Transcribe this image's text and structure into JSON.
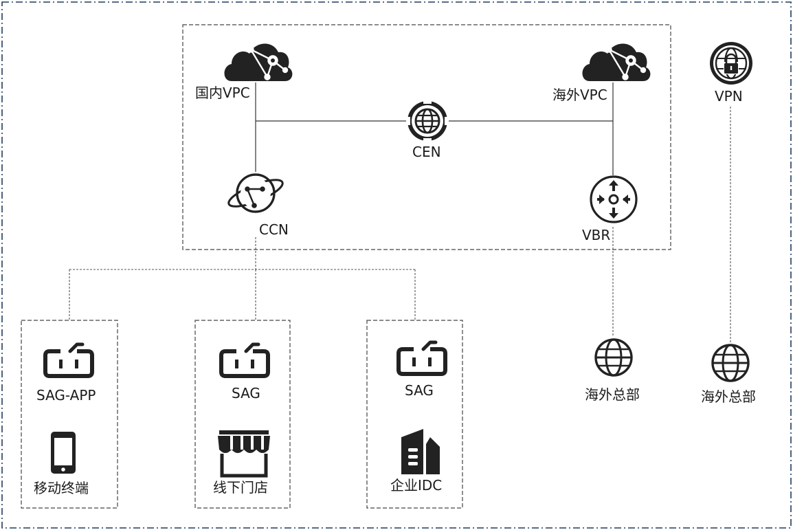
{
  "nodes": {
    "vpc_domestic": "国内VPC",
    "vpc_overseas": "海外VPC",
    "cen": "CEN",
    "ccn": "CCN",
    "vbr": "VBR",
    "vpn": "VPN",
    "sag_app": "SAG-APP",
    "sag_store": "SAG",
    "sag_idc": "SAG",
    "mobile": "移动终端",
    "offline_store": "线下门店",
    "enterprise_idc": "企业IDC",
    "hq_overseas_vbr": "海外总部",
    "hq_overseas_vpn": "海外总部"
  },
  "icons": {
    "vpc_domestic": "cloud-network-icon",
    "vpc_overseas": "cloud-network-icon",
    "cen": "globe-network-icon",
    "ccn": "orbit-planet-icon",
    "vbr": "router-icon",
    "vpn": "globe-lock-icon",
    "sag": "sag-device-icon",
    "mobile": "smartphone-icon",
    "store": "storefront-icon",
    "idc": "building-icon",
    "hq": "globe-icon"
  },
  "colors": {
    "border_outer": "#1f3a5a",
    "line": "#333333",
    "icon": "#222222"
  }
}
